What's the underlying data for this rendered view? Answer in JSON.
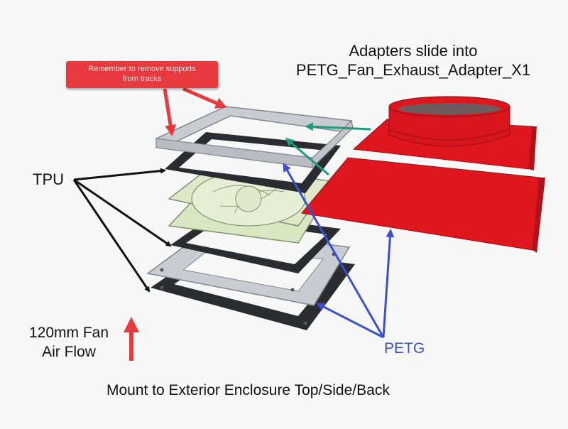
{
  "diagram": {
    "title_line1": "Adapters slide into",
    "title_line2": "PETG_Fan_Exhaust_Adapter_X1",
    "callout": {
      "line1": "Remember to remove supports",
      "line2": "from tracks",
      "color": "#e8393f"
    },
    "labels": {
      "tpu": "TPU",
      "petg": "PETG",
      "airflow_line1": "120mm Fan",
      "airflow_line2": "Air Flow",
      "mount": "Mount to Exterior Enclosure Top/Side/Back"
    },
    "colors": {
      "tpu_arrows": "#111111",
      "petg_arrows": "#3b4fd1",
      "slide_arrows": "#1f9a7a",
      "callout_arrows": "#e8393f",
      "adapter_red": "#e0161f",
      "fan_green": "#d9e6c2",
      "frame_gray": "#c9ccd1",
      "gasket_black": "#2a2c30"
    },
    "parts": [
      {
        "name": "Track frame",
        "material": "PETG"
      },
      {
        "name": "Upper gasket",
        "material": "TPU"
      },
      {
        "name": "120mm fan",
        "material": ""
      },
      {
        "name": "Middle gasket",
        "material": "TPU"
      },
      {
        "name": "Mounting plate",
        "material": "PETG"
      },
      {
        "name": "Bottom gasket",
        "material": "TPU"
      },
      {
        "name": "Round exhaust adapter",
        "material": "PETG"
      },
      {
        "name": "Flat cover adapter",
        "material": "PETG"
      }
    ]
  }
}
